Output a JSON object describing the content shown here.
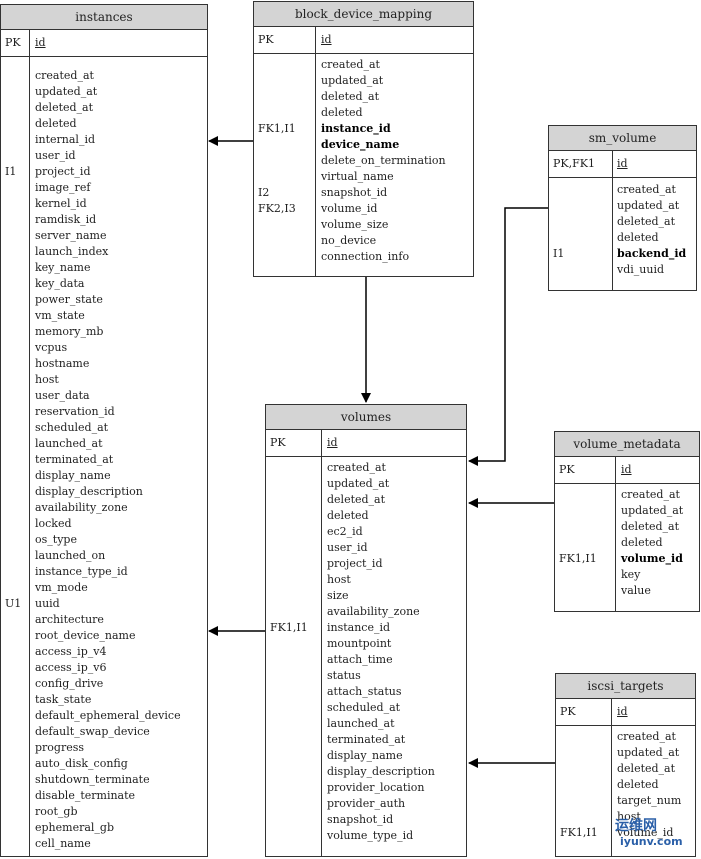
{
  "tables": {
    "instances": {
      "title": "instances",
      "pk_key": "PK",
      "pk": "id",
      "keys": [
        {
          "label": "I1",
          "row": 6
        },
        {
          "label": "U1",
          "row": 33
        }
      ],
      "fields": [
        "created_at",
        "updated_at",
        "deleted_at",
        "deleted",
        "internal_id",
        "user_id",
        "project_id",
        "image_ref",
        "kernel_id",
        "ramdisk_id",
        "server_name",
        "launch_index",
        "key_name",
        "key_data",
        "power_state",
        "vm_state",
        "memory_mb",
        "vcpus",
        "hostname",
        "host",
        "user_data",
        "reservation_id",
        "scheduled_at",
        "launched_at",
        "terminated_at",
        "display_name",
        "display_description",
        "availability_zone",
        "locked",
        "os_type",
        "launched_on",
        "instance_type_id",
        "vm_mode",
        "uuid",
        "architecture",
        "root_device_name",
        "access_ip_v4",
        "access_ip_v6",
        "config_drive",
        "task_state",
        "default_ephemeral_device",
        "default_swap_device",
        "progress",
        "auto_disk_config",
        "shutdown_terminate",
        "disable_terminate",
        "root_gb",
        "ephemeral_gb",
        "cell_name"
      ],
      "bold": []
    },
    "block_device_mapping": {
      "title": "block_device_mapping",
      "pk_key": "PK",
      "pk": "id",
      "keys": [
        {
          "label": "FK1,I1",
          "row": 4
        },
        {
          "label": "I2",
          "row": 8
        },
        {
          "label": "FK2,I3",
          "row": 9
        }
      ],
      "fields": [
        "created_at",
        "updated_at",
        "deleted_at",
        "deleted",
        "instance_id",
        "device_name",
        "delete_on_termination",
        "virtual_name",
        "snapshot_id",
        "volume_id",
        "volume_size",
        "no_device",
        "connection_info"
      ],
      "bold": [
        4,
        5
      ]
    },
    "sm_volume": {
      "title": "sm_volume",
      "pk_key": "PK,FK1",
      "pk": "id",
      "keys": [
        {
          "label": "I1",
          "row": 4
        }
      ],
      "fields": [
        "created_at",
        "updated_at",
        "deleted_at",
        "deleted",
        "backend_id",
        "vdi_uuid"
      ],
      "bold": [
        4
      ]
    },
    "volumes": {
      "title": "volumes",
      "pk_key": "PK",
      "pk": "id",
      "keys": [
        {
          "label": "FK1,I1",
          "row": 10
        }
      ],
      "fields": [
        "created_at",
        "updated_at",
        "deleted_at",
        "deleted",
        "ec2_id",
        "user_id",
        "project_id",
        "host",
        "size",
        "availability_zone",
        "instance_id",
        "mountpoint",
        "attach_time",
        "status",
        "attach_status",
        "scheduled_at",
        "launched_at",
        "terminated_at",
        "display_name",
        "display_description",
        "provider_location",
        "provider_auth",
        "snapshot_id",
        "volume_type_id"
      ],
      "bold": []
    },
    "volume_metadata": {
      "title": "volume_metadata",
      "pk_key": "PK",
      "pk": "id",
      "keys": [
        {
          "label": "FK1,I1",
          "row": 4
        }
      ],
      "fields": [
        "created_at",
        "updated_at",
        "deleted_at",
        "deleted",
        "volume_id",
        "key",
        "value"
      ],
      "bold": [
        4
      ]
    },
    "iscsi_targets": {
      "title": "iscsi_targets",
      "pk_key": "PK",
      "pk": "id",
      "keys": [
        {
          "label": "FK1,I1",
          "row": 6
        }
      ],
      "fields": [
        "created_at",
        "updated_at",
        "deleted_at",
        "deleted",
        "target_num",
        "host",
        "volume_id"
      ],
      "bold": []
    }
  },
  "watermark": {
    "line1": "运维网",
    "line2": "iyunv.com"
  }
}
